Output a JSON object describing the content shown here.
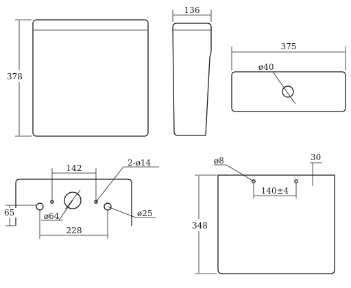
{
  "front_view": {
    "height_label": "378"
  },
  "side_view": {
    "width_label": "136"
  },
  "top_view": {
    "width_label": "375",
    "hole_label": "ø40"
  },
  "bottom_view": {
    "spacing_label": "142",
    "pair_holes_label": "2-ø14",
    "drain_label": "ø64",
    "inlet_label": "ø25",
    "inlet_height_label": "65",
    "base_width_label": "228"
  },
  "rear_view": {
    "fix_holes_label": "ø8",
    "hole_spacing_label": "140±4",
    "edge_offset_label": "30",
    "height_label": "348"
  }
}
